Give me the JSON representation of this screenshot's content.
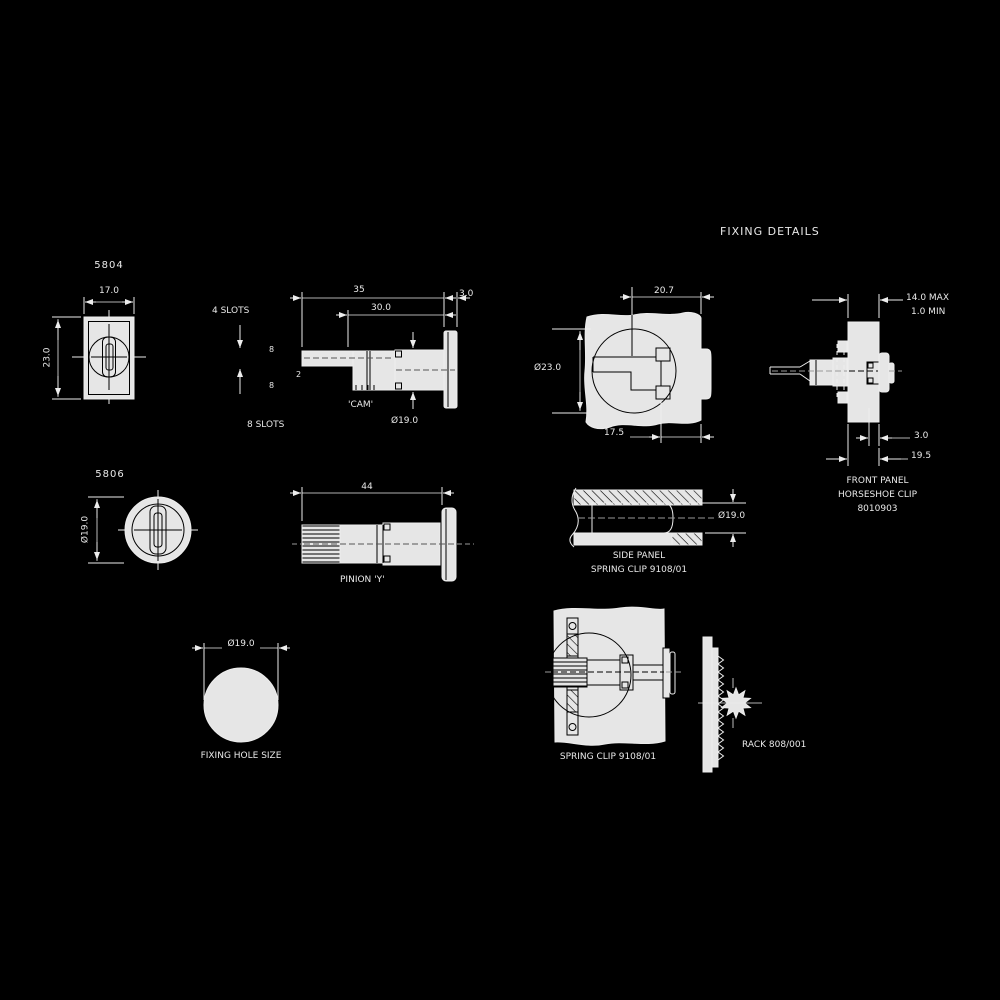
{
  "title": "FIXING DETAILS",
  "colors": {
    "background": "#000000",
    "line": "#ededed",
    "part_fill": "#e6e6e6",
    "detail_line": "#000000",
    "centerline": "#8c8c8c"
  },
  "views": {
    "face_5804": {
      "label": "5804",
      "dim_width": "17.0",
      "dim_height": "23.0"
    },
    "face_5806": {
      "label": "5806",
      "dim_diameter": "Ø19.0"
    },
    "side_view": {
      "dim_length": "35",
      "dim_flange": "3.0",
      "dim_body": "30.0",
      "slots_note_top": "4 SLOTS",
      "slots_note_bottom": "8 SLOTS",
      "dim_a": "8",
      "dim_b": "2",
      "dim_c": "8",
      "cam_label": "'CAM'",
      "dim_diameter": "Ø19.0"
    },
    "pinion_view": {
      "dim_length": "44",
      "label": "PINION 'Y'"
    },
    "fixing_hole": {
      "dim_diameter": "Ø19.0",
      "label": "FIXING HOLE SIZE"
    },
    "panel_cutout": {
      "dim_top": "20.7",
      "dim_diameter": "Ø23.0",
      "dim_bottom": "17.5"
    },
    "horseshoe_view": {
      "dim_panel_max": "14.0 MAX",
      "dim_panel_min": "1.0 MIN",
      "dim_a": "3.0",
      "dim_b": "19.5",
      "label_line1": "FRONT PANEL",
      "label_line2": "HORSESHOE CLIP",
      "label_line3": "8010903"
    },
    "side_panel_section": {
      "dim_diameter": "Ø19.0",
      "label_line1": "SIDE PANEL",
      "label_line2": "SPRING CLIP 9108/01"
    },
    "spring_clip_view": {
      "label": "SPRING CLIP 9108/01"
    },
    "rack_view": {
      "label": "RACK 808/001"
    }
  }
}
